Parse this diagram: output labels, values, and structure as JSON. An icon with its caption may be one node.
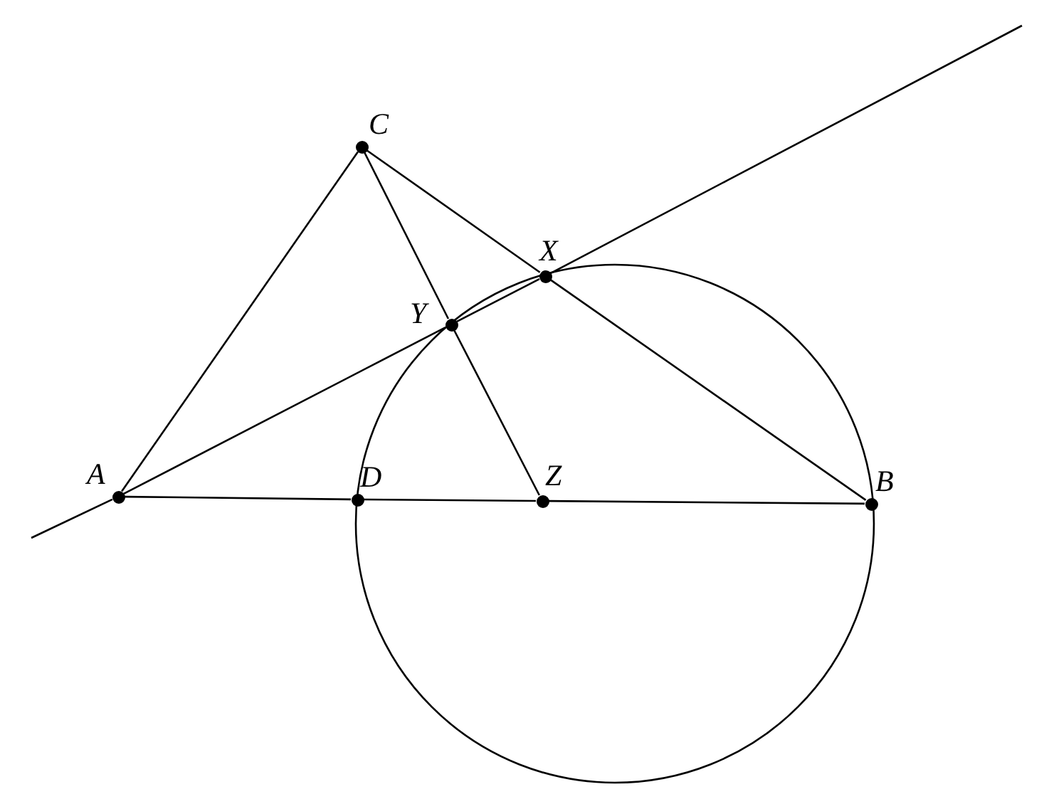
{
  "diagram": {
    "nodes": [
      {
        "text": [
          "C"
        ]
      },
      {
        "text": [
          "X"
        ]
      },
      {
        "text": [
          "Y"
        ]
      },
      {
        "text": [
          "A"
        ]
      },
      {
        "text": [
          "D"
        ]
      },
      {
        "text": [
          "Z"
        ]
      },
      {
        "text": [
          "B"
        ]
      }
    ],
    "edges": [
      {
        "from": 3,
        "to": 0,
        "arrow": "none"
      },
      {
        "from": 0,
        "to": 1,
        "arrow": "none"
      },
      {
        "from": 1,
        "to": 6,
        "arrow": "none"
      },
      {
        "from": 0,
        "to": 2,
        "arrow": "none"
      },
      {
        "from": 2,
        "to": 5,
        "arrow": "none"
      },
      {
        "from": 3,
        "to": 4,
        "arrow": "none"
      },
      {
        "from": 4,
        "to": 5,
        "arrow": "none"
      },
      {
        "from": 5,
        "to": 6,
        "arrow": "none"
      },
      {
        "from": null,
        "to": 3,
        "arrow": "none"
      },
      {
        "from": 3,
        "to": 2,
        "arrow": "none"
      },
      {
        "from": 2,
        "to": 1,
        "arrow": "none"
      },
      {
        "from": 1,
        "to": null,
        "arrow": "none"
      }
    ]
  }
}
